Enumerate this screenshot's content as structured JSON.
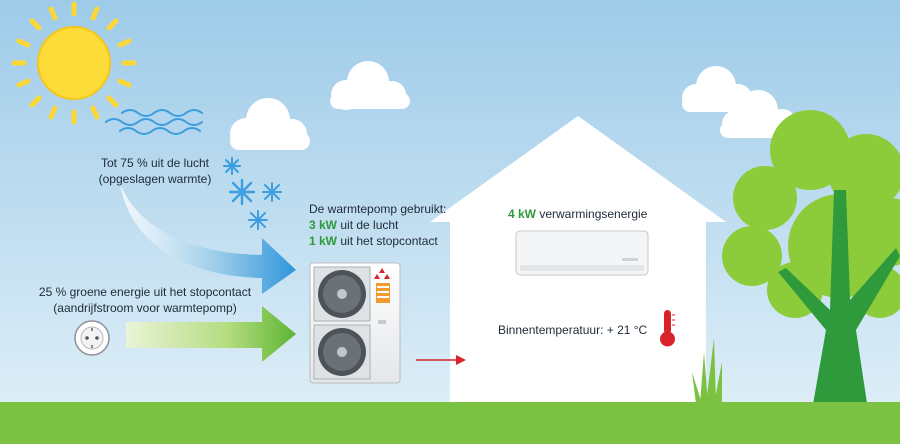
{
  "labels": {
    "air_line1": "Tot 75 % uit de lucht",
    "air_line2": "(opgeslagen warmte)",
    "grid_line1": "25 % groene energie uit het stopcontact",
    "grid_line2": "(aandrijfstroom voor warmtepomp)",
    "pump_heading": "De warmtepomp gebruikt:",
    "pump_air_value": "3 kW",
    "pump_air_text": " uit de lucht",
    "pump_grid_value": "1 kW",
    "pump_grid_text": " uit het stopcontact",
    "heating_value": "4 kW",
    "heating_text": " verwarmingsenergie",
    "indoor_temp": "Binnentemperatuur: + 21 °C"
  },
  "colors": {
    "sky_top": "#9ecbe9",
    "sky_bottom": "#e3f1f8",
    "grass": "#7cc242",
    "accent_green": "#2c9a3c",
    "arrow_blue": "#3a9ee0",
    "arrow_green": "#6cbf3a",
    "sun": "#fdd835",
    "thermometer": "#d9232a",
    "tree_crown": "#8ccc3a",
    "tree_trunk": "#2e9a3c"
  },
  "icons": {
    "sun": "sun-icon",
    "wind": "wind-waves-icon",
    "snow": "snowflake-icon",
    "socket": "power-socket-icon",
    "thermometer": "thermometer-icon"
  }
}
